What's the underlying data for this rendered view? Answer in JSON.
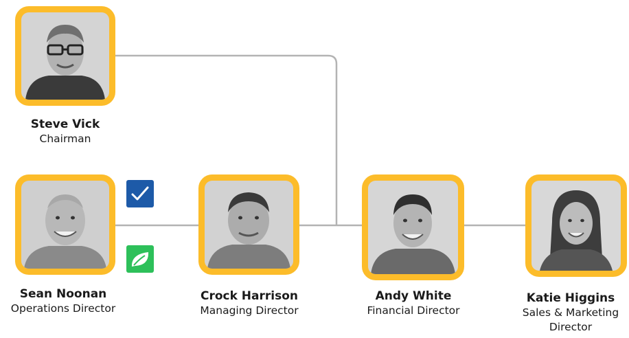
{
  "people": [
    {
      "id": "steve",
      "name": "Steve Vick",
      "role": "Chairman"
    },
    {
      "id": "sean",
      "name": "Sean Noonan",
      "role": "Operations Director"
    },
    {
      "id": "crock",
      "name": "Crock Harrison",
      "role": "Managing Director"
    },
    {
      "id": "andy",
      "name": "Andy White",
      "role": "Financial Director"
    },
    {
      "id": "katie",
      "name": "Katie Higgins",
      "role_line1": "Sales & Marketing",
      "role_line2": "Director"
    }
  ],
  "colors": {
    "frame": "#fcbc2a",
    "connector": "#b3b3b3",
    "check_badge": "#1d5aa8",
    "leaf_badge": "#2dc05a"
  },
  "icons": {
    "check": "checkmark-icon",
    "leaf": "leaf-icon"
  }
}
